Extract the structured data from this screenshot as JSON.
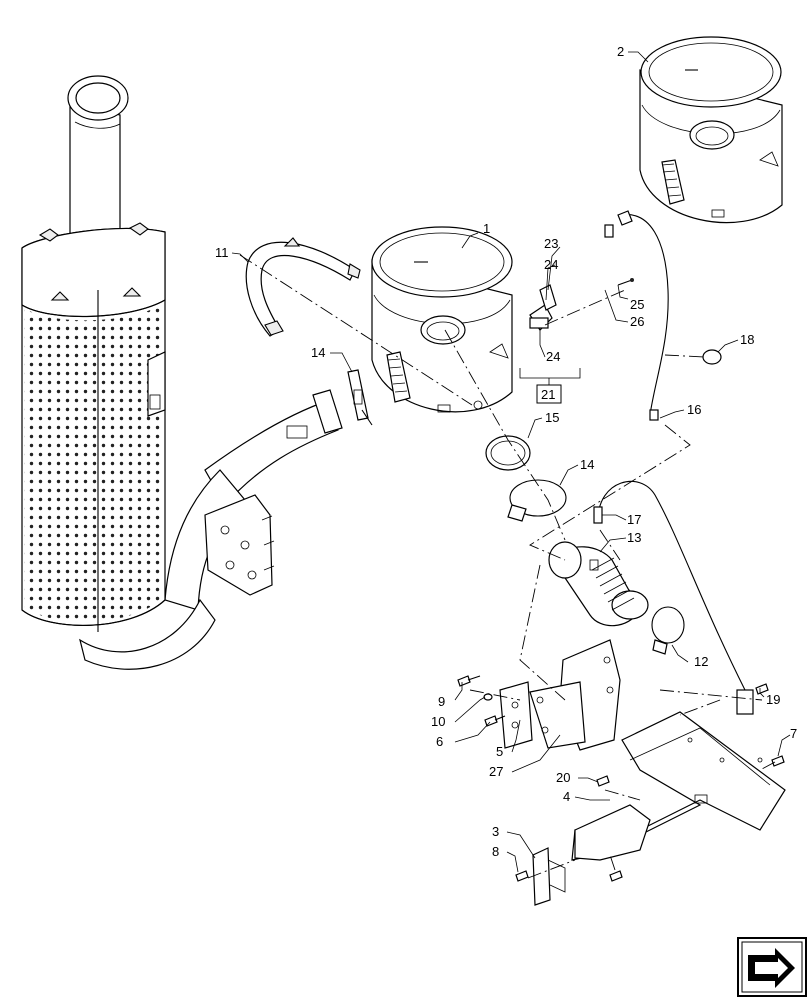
{
  "diagram": {
    "callouts": [
      {
        "id": "1",
        "text": "1"
      },
      {
        "id": "2",
        "text": "2"
      },
      {
        "id": "3",
        "text": "3"
      },
      {
        "id": "4",
        "text": "4"
      },
      {
        "id": "5",
        "text": "5"
      },
      {
        "id": "6",
        "text": "6"
      },
      {
        "id": "7",
        "text": "7"
      },
      {
        "id": "8",
        "text": "8"
      },
      {
        "id": "9",
        "text": "9"
      },
      {
        "id": "10",
        "text": "10"
      },
      {
        "id": "11",
        "text": "11"
      },
      {
        "id": "12",
        "text": "12"
      },
      {
        "id": "13",
        "text": "13"
      },
      {
        "id": "14a",
        "text": "14"
      },
      {
        "id": "14b",
        "text": "14"
      },
      {
        "id": "15",
        "text": "15"
      },
      {
        "id": "16",
        "text": "16"
      },
      {
        "id": "17",
        "text": "17"
      },
      {
        "id": "18",
        "text": "18"
      },
      {
        "id": "19",
        "text": "19"
      },
      {
        "id": "20",
        "text": "20"
      },
      {
        "id": "21",
        "text": "21"
      },
      {
        "id": "23",
        "text": "23"
      },
      {
        "id": "24a",
        "text": "24"
      },
      {
        "id": "24b",
        "text": "24"
      },
      {
        "id": "25",
        "text": "25"
      },
      {
        "id": "26",
        "text": "26"
      },
      {
        "id": "27",
        "text": "27"
      }
    ],
    "nav_icon": "arrow-exit-icon"
  }
}
